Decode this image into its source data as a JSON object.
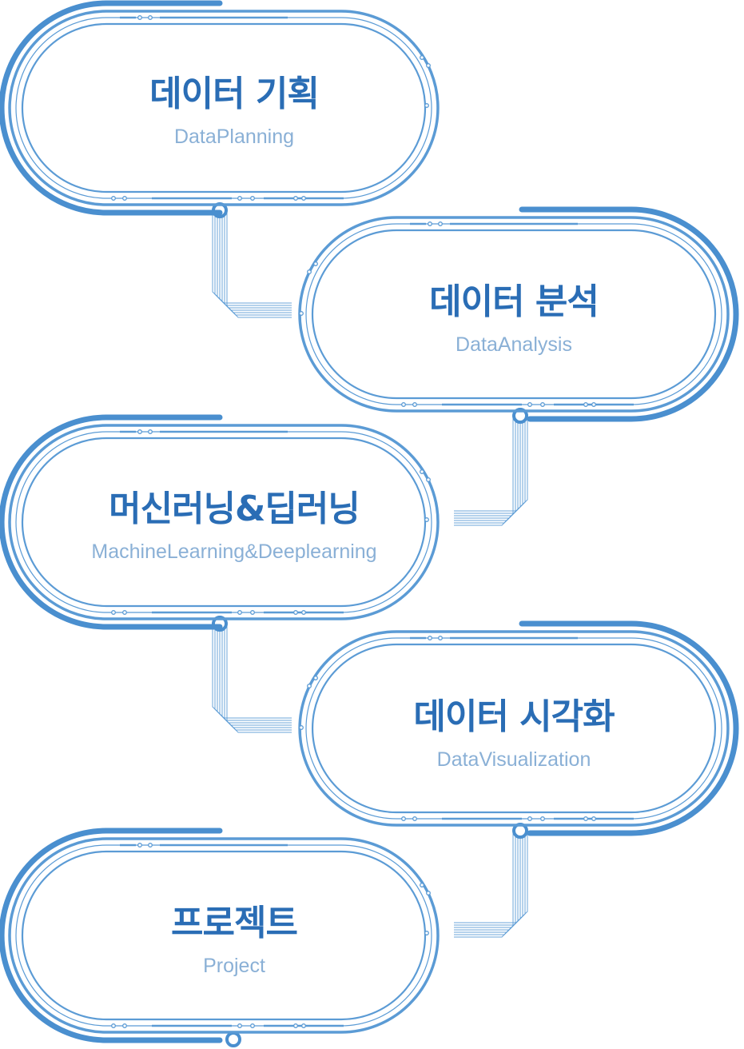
{
  "stages": [
    {
      "title": "데이터 기획",
      "subtitle": "DataPlanning"
    },
    {
      "title": "데이터 분석",
      "subtitle": "DataAnalysis"
    },
    {
      "title": "머신러닝&딥러닝",
      "subtitle": "MachineLearning&Deeplearning"
    },
    {
      "title": "데이터 시각화",
      "subtitle": "DataVisualization"
    },
    {
      "title": "프로젝트",
      "subtitle": "Project"
    }
  ],
  "colors": {
    "outline": "#5b9bd5",
    "outline_dark": "#4a8fcf",
    "title": "#2a6db5",
    "subtitle": "#8ab0d6"
  }
}
